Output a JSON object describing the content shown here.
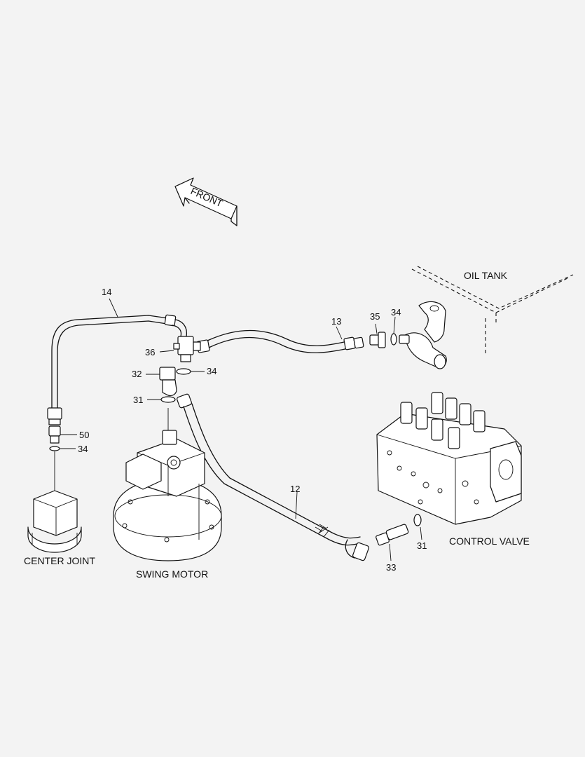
{
  "diagram": {
    "front_label": "FRONT",
    "components": {
      "oil_tank": "OIL TANK",
      "control_valve": "CONTROL VALVE",
      "center_joint": "CENTER JOINT",
      "swing_motor": "SWING MOTOR"
    },
    "parts": {
      "p14": "14",
      "p13": "13",
      "p35": "35",
      "p34_tank": "34",
      "p36": "36",
      "p34_motor": "34",
      "p32": "32",
      "p31_motor": "31",
      "p50": "50",
      "p34_joint": "34",
      "p12": "12",
      "p31_valve": "31",
      "p33": "33"
    }
  }
}
